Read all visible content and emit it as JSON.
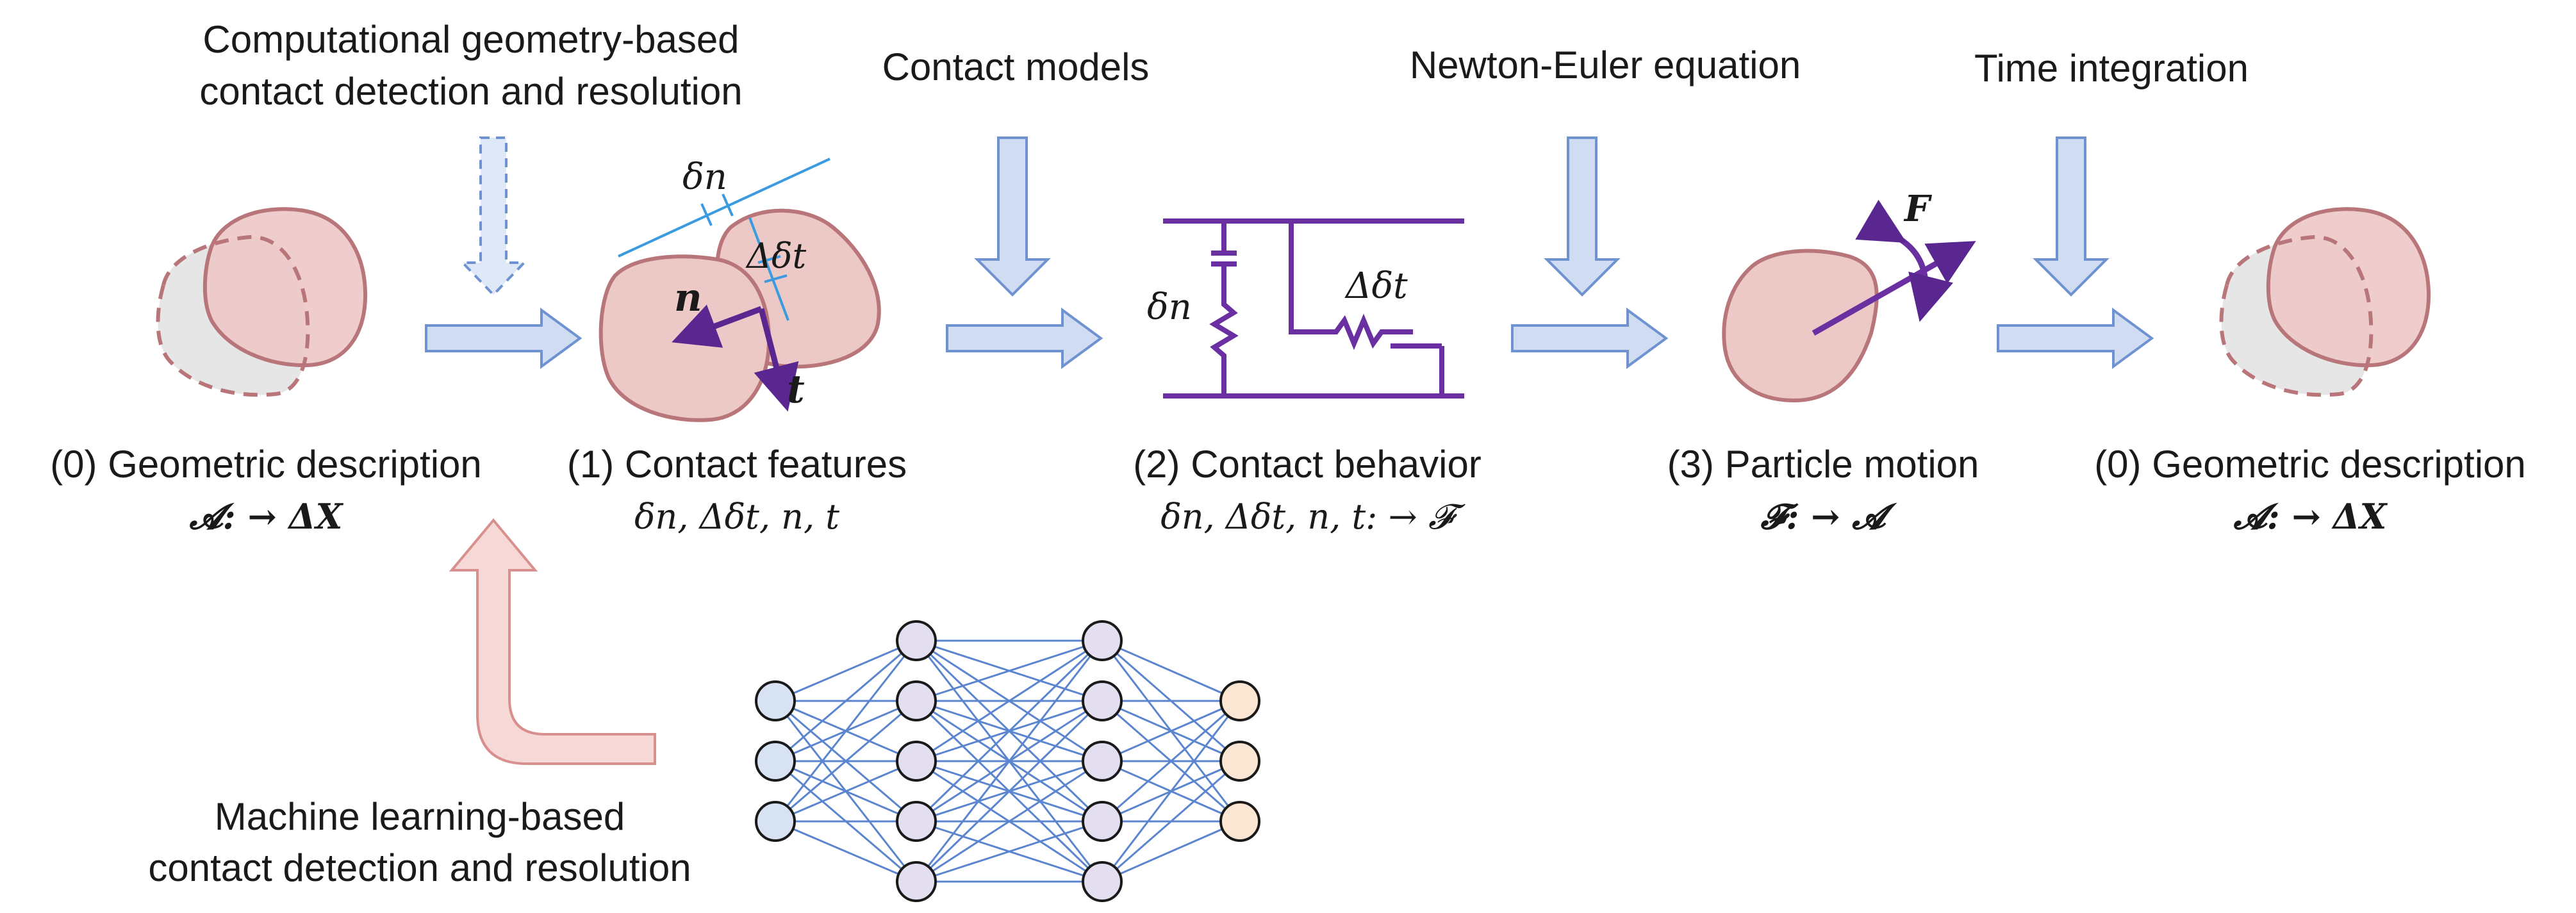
{
  "top_labels": {
    "geometry_line1": "Computational geometry-based",
    "geometry_line2": "contact detection and resolution",
    "contact_models": "Contact models",
    "newton_euler": "Newton-Euler equation",
    "time_integration": "Time integration"
  },
  "steps": [
    {
      "title": "(0) Geometric description",
      "formula": "𝓐: → ΔX"
    },
    {
      "title": "(1) Contact features",
      "formula": "δn, Δδt, n, t"
    },
    {
      "title": "(2) Contact behavior",
      "formula": "δn, Δδt, n, t: → 𝓕"
    },
    {
      "title": "(3) Particle motion",
      "formula": "𝓕: → 𝓐"
    },
    {
      "title": "(0) Geometric description",
      "formula": "𝓐: → ΔX"
    }
  ],
  "bottom_labels": {
    "ml_line1": "Machine learning-based",
    "ml_line2": "contact detection and resolution"
  },
  "symbols": {
    "delta_n": "δn",
    "delta_delta_t": "Δδt",
    "normal": "n",
    "tangent": "t",
    "force": "F"
  },
  "network": {
    "layers": [
      3,
      5,
      5,
      3
    ]
  },
  "colors": {
    "particle_fill": "#ecc8c6",
    "particle_stroke": "#b8767a",
    "ghost_fill": "#e6e6e6",
    "arrow_fill": "#cfdcf1",
    "arrow_stroke": "#6e93d0",
    "ml_arrow_fill": "#f6d8d6",
    "ml_arrow_stroke": "#d8908f",
    "purple": "#6a2fa0",
    "cyan": "#3b9be0",
    "net_line": "#5b85cf",
    "node_blue": "#d7e2f3",
    "node_lavender": "#e3def0",
    "node_peach": "#fbe6d3"
  }
}
